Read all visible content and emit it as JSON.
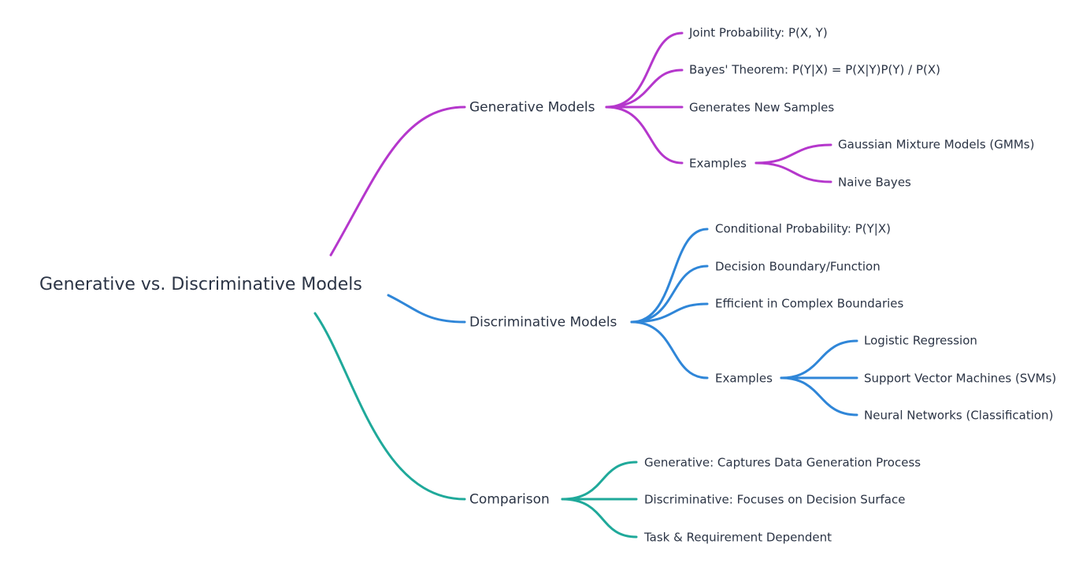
{
  "colors": {
    "generative": "#b537cc",
    "discriminative": "#2f86d8",
    "comparison": "#1fa99a",
    "text": "#2b3445"
  },
  "mindmap": {
    "root": "Generative vs. Discriminative Models",
    "branches": [
      {
        "label": "Generative Models",
        "color_key": "generative",
        "children": [
          {
            "label": "Joint Probability: P(X, Y)"
          },
          {
            "label": "Bayes' Theorem: P(Y|X) = P(X|Y)P(Y) / P(X)"
          },
          {
            "label": "Generates New Samples"
          },
          {
            "label": "Examples",
            "children": [
              {
                "label": "Gaussian Mixture Models (GMMs)"
              },
              {
                "label": "Naive Bayes"
              }
            ]
          }
        ]
      },
      {
        "label": "Discriminative Models",
        "color_key": "discriminative",
        "children": [
          {
            "label": "Conditional Probability: P(Y|X)"
          },
          {
            "label": "Decision Boundary/Function"
          },
          {
            "label": "Efficient in Complex Boundaries"
          },
          {
            "label": "Examples",
            "children": [
              {
                "label": "Logistic Regression"
              },
              {
                "label": "Support Vector Machines (SVMs)"
              },
              {
                "label": "Neural Networks (Classification)"
              }
            ]
          }
        ]
      },
      {
        "label": "Comparison",
        "color_key": "comparison",
        "children": [
          {
            "label": "Generative: Captures Data Generation Process"
          },
          {
            "label": "Discriminative: Focuses on Decision Surface"
          },
          {
            "label": "Task & Requirement Dependent"
          }
        ]
      }
    ]
  }
}
